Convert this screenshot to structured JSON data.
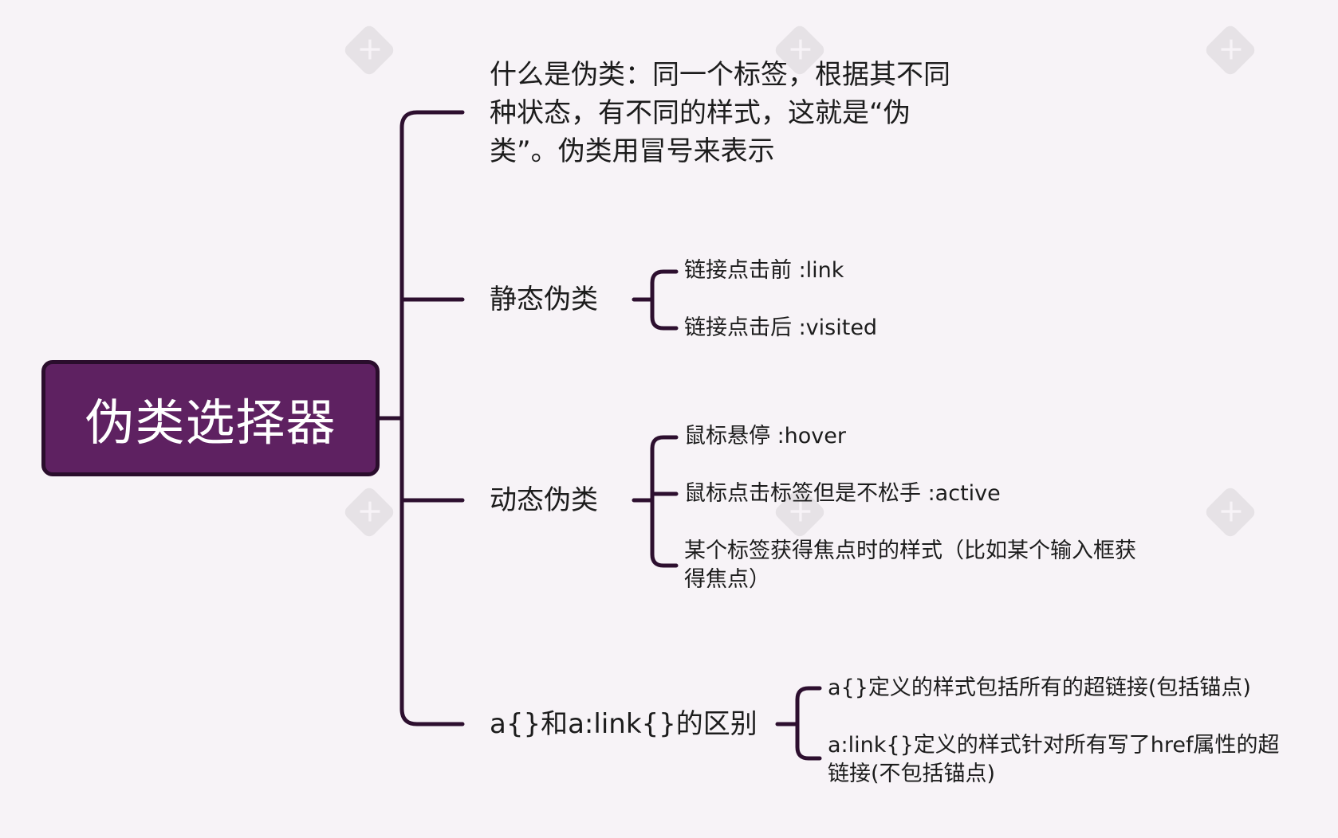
{
  "central_topic": "伪类选择器",
  "branches": [
    {
      "text": "什么是伪类：同一个标签，根据其不同种状态，有不同的样式，这就是“伪类”。伪类用冒号来表示",
      "children": []
    },
    {
      "text": "静态伪类",
      "children": [
        "链接点击前 :link",
        "链接点击后 :visited"
      ]
    },
    {
      "text": "动态伪类",
      "children": [
        "鼠标悬停 :hover",
        "鼠标点击标签但是不松手 :active",
        "某个标签获得焦点时的样式（比如某个输入框获得焦点）"
      ]
    },
    {
      "text": "a{}和a:link{}的区别",
      "children": [
        "a{}定义的样式包括所有的超链接(包括锚点)",
        "a:link{}定义的样式针对所有写了href属性的超链接(不包括锚点)"
      ]
    }
  ],
  "colors": {
    "background": "#f7f3f7",
    "central_fill": "#5e2161",
    "central_border": "#2a0d2c",
    "connector": "#2d0f2f",
    "text": "#1c1c1c"
  },
  "watermark_icon": "xmind-logo-icon"
}
